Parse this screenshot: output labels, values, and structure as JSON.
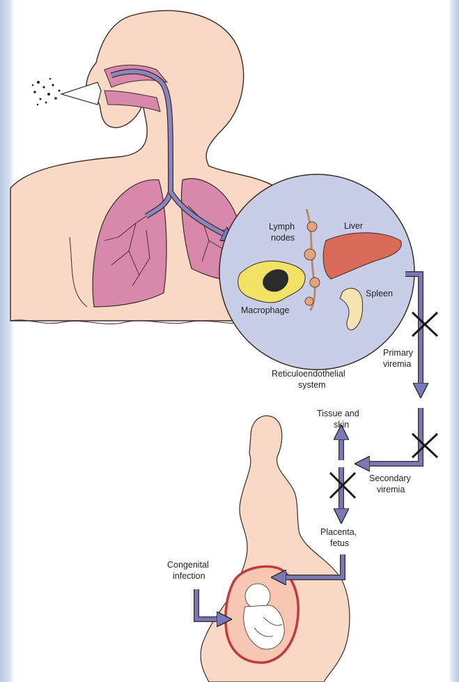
{
  "labels": {
    "lymph_nodes_line1": "Lymph",
    "lymph_nodes_line2": "nodes",
    "liver": "Liver",
    "macrophage": "Macrophage",
    "spleen": "Spleen",
    "primary_viremia_line1": "Primary",
    "primary_viremia_line2": "viremia",
    "res_line1": "Reticuloendothelial",
    "res_line2": "system",
    "tissue_skin_line1": "Tissue and",
    "tissue_skin_line2": "skin",
    "secondary_viremia_line1": "Secondary",
    "secondary_viremia_line2": "viremia",
    "placenta_fetus_line1": "Placenta,",
    "placenta_fetus_line2": "fetus",
    "congenital_line1": "Congenital",
    "congenital_line2": "infection"
  },
  "colors": {
    "skin": "#f9d9c6",
    "lung": "#d888aa",
    "airway": "#8a86bf",
    "arrow": "#7a79b5",
    "res_circle": "#c8cde8",
    "liver": "#d96b58",
    "spleen": "#f6e4b0",
    "macrophage": "#f2e266",
    "uterus": "#c0393b"
  }
}
